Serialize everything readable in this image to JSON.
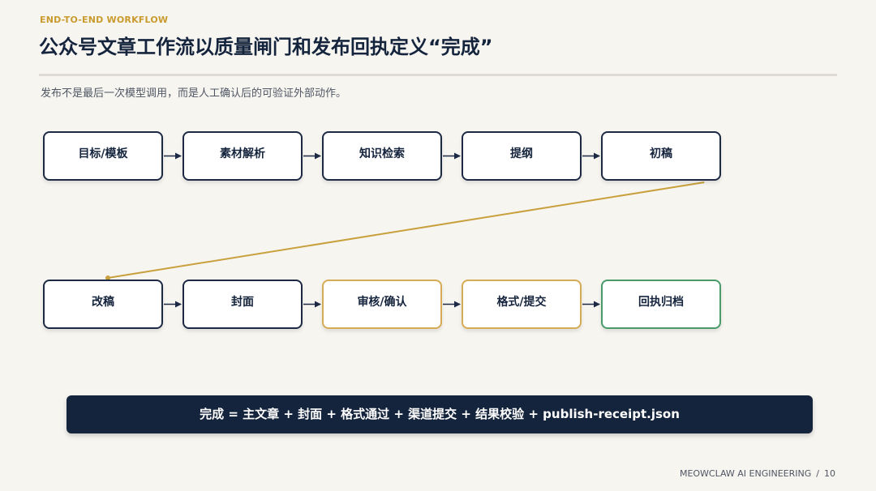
{
  "slide": {
    "eyebrow": "END-TO-END WORKFLOW",
    "title": "公众号文章工作流以质量闸门和发布回执定义“完成”",
    "subtitle": "发布不是最后一次模型调用，而是人工确认后的可验证外部动作。"
  },
  "workflow": {
    "steps": [
      {
        "label": "目标/模板",
        "kind": "step"
      },
      {
        "label": "素材解析",
        "kind": "step"
      },
      {
        "label": "知识检索",
        "kind": "step"
      },
      {
        "label": "提纲",
        "kind": "step"
      },
      {
        "label": "初稿",
        "kind": "step"
      },
      {
        "label": "改稿",
        "kind": "step"
      },
      {
        "label": "封面",
        "kind": "step"
      },
      {
        "label": "审核/确认",
        "kind": "gate"
      },
      {
        "label": "格式/提交",
        "kind": "gate"
      },
      {
        "label": "回执归档",
        "kind": "done"
      }
    ],
    "colors": {
      "arrow": "#1d2a44",
      "wrap_connector": "#c9a03e",
      "gate_border": "#d6ab55",
      "done_border": "#4a9a6a"
    }
  },
  "definition": {
    "text": "完成 = 主文章 + 封面 + 格式通过 + 渠道提交 + 结果校验 + publish-receipt.json"
  },
  "footer": {
    "brand": "MEOWCLAW AI ENGINEERING",
    "separator": "/",
    "page": "10"
  }
}
